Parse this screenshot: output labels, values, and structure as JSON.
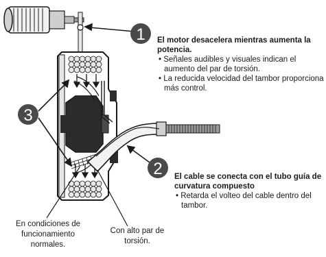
{
  "callouts": [
    {
      "number": "1",
      "title": "El motor desacelera mientras aumenta la potencia.",
      "bullets": [
        "Señales audibles y visuales indican el aumento del par de torsión.",
        "La reducida velocidad del tambor proporciona más control."
      ]
    },
    {
      "number": "2",
      "title": "El cable se conecta con el tubo guía de curvatura compuesto",
      "bullets": [
        "Retarda el volteo del cable dentro del tambor."
      ]
    },
    {
      "number": "3",
      "title": "",
      "bullets": []
    }
  ],
  "captions": {
    "normal": "En condiciones de funcionamiento normales.",
    "high_torque": "Con alto par de torsión."
  },
  "colors": {
    "badge": "#4a4a4a",
    "badge_text": "#ffffff",
    "line": "#1a1a1a",
    "light_fill": "#e6e6e6",
    "mid_fill": "#9a9a9a",
    "dark_fill": "#2b2b2b"
  }
}
